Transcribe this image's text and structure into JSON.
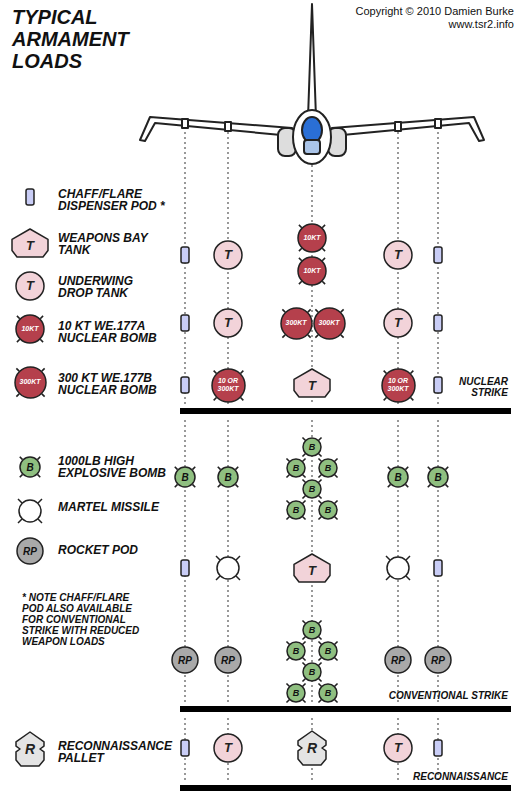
{
  "diagram": {
    "title": "TYPICAL ARMAMENT LOADS",
    "nodes": [
      {
        "text": [
          "T"
        ]
      },
      {
        "text": [
          "T"
        ]
      },
      {
        "text": [
          "10KT"
        ]
      },
      {
        "text": [
          "300KT"
        ]
      },
      {
        "text": [
          "B"
        ]
      },
      {
        "text": [
          "RP"
        ]
      },
      {
        "text": [
          "R"
        ]
      },
      {
        "text": [
          "T"
        ]
      },
      {
        "text": [
          "10KT"
        ]
      },
      {
        "text": [
          "10KT"
        ]
      },
      {
        "text": [
          "T"
        ]
      },
      {
        "text": [
          "T"
        ]
      },
      {
        "text": [
          "300KT"
        ]
      },
      {
        "text": [
          "300KT"
        ]
      },
      {
        "text": [
          "T"
        ]
      },
      {
        "text": [
          "10 OR 300KT"
        ]
      },
      {
        "text": [
          "T"
        ]
      },
      {
        "text": [
          "10 OR 300KT"
        ]
      },
      {
        "text": [
          "B"
        ]
      },
      {
        "text": [
          "B"
        ]
      },
      {
        "text": [
          "B"
        ]
      },
      {
        "text": [
          "B"
        ]
      },
      {
        "text": [
          "B"
        ]
      },
      {
        "text": [
          "B"
        ]
      },
      {
        "text": [
          "B"
        ]
      },
      {
        "text": [
          "B"
        ]
      },
      {
        "text": [
          "B"
        ]
      },
      {
        "text": [
          "B"
        ]
      },
      {
        "text": [
          "T"
        ]
      },
      {
        "text": [
          "RP"
        ]
      },
      {
        "text": [
          "RP"
        ]
      },
      {
        "text": [
          "B"
        ]
      },
      {
        "text": [
          "B"
        ]
      },
      {
        "text": [
          "B"
        ]
      },
      {
        "text": [
          "B"
        ]
      },
      {
        "text": [
          "B"
        ]
      },
      {
        "text": [
          "B"
        ]
      },
      {
        "text": [
          "RP"
        ]
      },
      {
        "text": [
          "RP"
        ]
      },
      {
        "text": [
          "T"
        ]
      },
      {
        "text": [
          "R"
        ]
      },
      {
        "text": [
          "T"
        ]
      }
    ],
    "labels": [
      "Copyright © 2010 Damien Burke",
      "www.tsr2.info",
      "* NOTE CHAFF/FLARE POD ALSO AVAILABLE FOR CONVENTIONAL STRIKE WITH REDUCED WEAPON LOADS",
      "NUCLEAR STRIKE",
      "CONVENTIONAL STRIKE",
      "RECONNAISSANCE"
    ],
    "legend": [
      {
        "text": "CHAFF/FLARE DISPENSER POD *"
      },
      {
        "text": "WEAPONS BAY TANK"
      },
      {
        "text": "UNDERWING DROP TANK"
      },
      {
        "text": "10 KT WE.177A NUCLEAR BOMB"
      },
      {
        "text": "300 KT WE.177B NUCLEAR BOMB"
      },
      {
        "text": "1000LB HIGH EXPLOSIVE BOMB"
      },
      {
        "text": "MARTEL MISSILE"
      },
      {
        "text": "ROCKET POD"
      },
      {
        "text": "RECONNAISSANCE PALLET"
      }
    ]
  }
}
